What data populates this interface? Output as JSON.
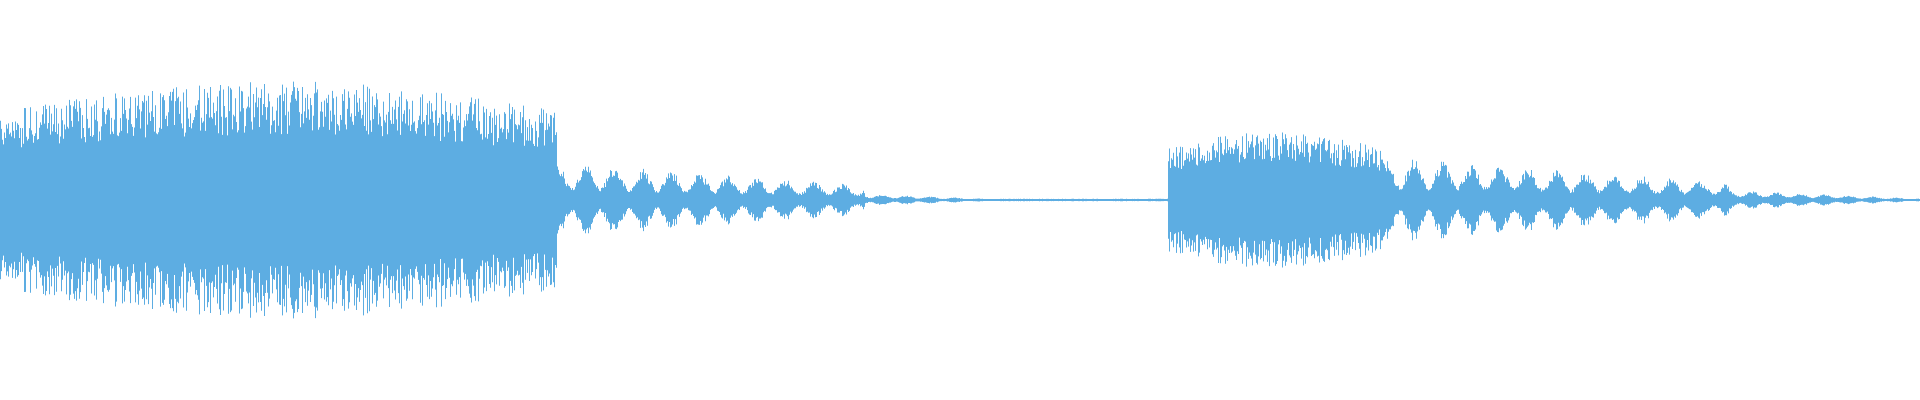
{
  "waveform": {
    "color": "#5dade2",
    "background": "#ffffff",
    "description_visible_text": "",
    "segments": [
      {
        "from": 0.0,
        "to": 0.29,
        "amplitude": 0.95,
        "burst_density": "dense"
      },
      {
        "from": 0.29,
        "to": 0.45,
        "amplitude": 0.3,
        "burst_density": "bursty"
      },
      {
        "from": 0.45,
        "to": 0.52,
        "amplitude": 0.05,
        "burst_density": "trailing"
      },
      {
        "from": 0.52,
        "to": 0.608,
        "amplitude": 0.01,
        "burst_density": "silent"
      },
      {
        "from": 0.608,
        "to": 0.72,
        "amplitude": 0.55,
        "burst_density": "dense"
      },
      {
        "from": 0.72,
        "to": 0.9,
        "amplitude": 0.35,
        "burst_density": "bursty"
      },
      {
        "from": 0.9,
        "to": 1.0,
        "amplitude": 0.08,
        "burst_density": "trailing"
      }
    ]
  }
}
